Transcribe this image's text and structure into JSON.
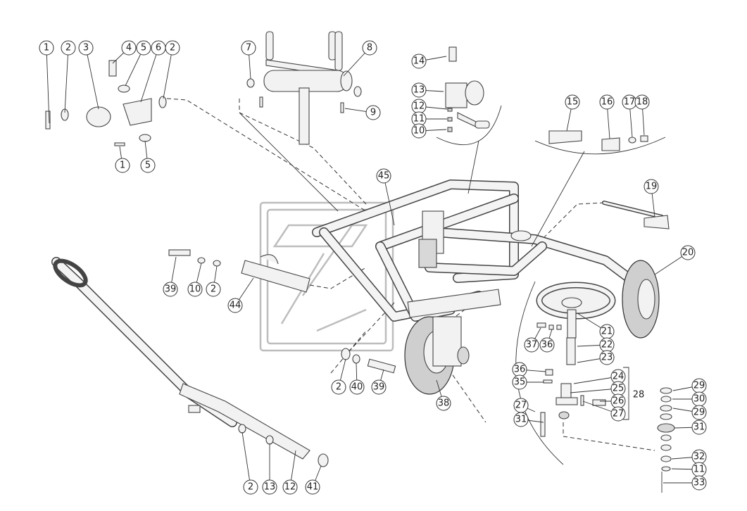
{
  "callouts": [
    {
      "id": "c-1a",
      "label": "1"
    },
    {
      "id": "c-2a",
      "label": "2"
    },
    {
      "id": "c-3",
      "label": "3"
    },
    {
      "id": "c-4",
      "label": "4"
    },
    {
      "id": "c-5a",
      "label": "5"
    },
    {
      "id": "c-6",
      "label": "6"
    },
    {
      "id": "c-2b",
      "label": "2"
    },
    {
      "id": "c-1b",
      "label": "1"
    },
    {
      "id": "c-5b",
      "label": "5"
    },
    {
      "id": "c-7",
      "label": "7"
    },
    {
      "id": "c-8",
      "label": "8"
    },
    {
      "id": "c-9",
      "label": "9"
    },
    {
      "id": "c-14",
      "label": "14"
    },
    {
      "id": "c-13a",
      "label": "13"
    },
    {
      "id": "c-12",
      "label": "12"
    },
    {
      "id": "c-11a",
      "label": "11"
    },
    {
      "id": "c-10a",
      "label": "10"
    },
    {
      "id": "c-15",
      "label": "15"
    },
    {
      "id": "c-16",
      "label": "16"
    },
    {
      "id": "c-17",
      "label": "17"
    },
    {
      "id": "c-18",
      "label": "18"
    },
    {
      "id": "c-45",
      "label": "45"
    },
    {
      "id": "c-19",
      "label": "19"
    },
    {
      "id": "c-20",
      "label": "20"
    },
    {
      "id": "c-39a",
      "label": "39"
    },
    {
      "id": "c-10b",
      "label": "10"
    },
    {
      "id": "c-2c",
      "label": "2"
    },
    {
      "id": "c-44",
      "label": "44"
    },
    {
      "id": "c-21",
      "label": "21"
    },
    {
      "id": "c-37",
      "label": "37"
    },
    {
      "id": "c-36a",
      "label": "36"
    },
    {
      "id": "c-22",
      "label": "22"
    },
    {
      "id": "c-23",
      "label": "23"
    },
    {
      "id": "c-2d",
      "label": "2"
    },
    {
      "id": "c-40",
      "label": "40"
    },
    {
      "id": "c-39b",
      "label": "39"
    },
    {
      "id": "c-36b",
      "label": "36"
    },
    {
      "id": "c-24",
      "label": "24"
    },
    {
      "id": "c-35",
      "label": "35"
    },
    {
      "id": "c-25",
      "label": "25"
    },
    {
      "id": "c-28",
      "label": "28"
    },
    {
      "id": "c-26",
      "label": "26"
    },
    {
      "id": "c-27a",
      "label": "27"
    },
    {
      "id": "c-27b",
      "label": "27"
    },
    {
      "id": "c-38",
      "label": "38"
    },
    {
      "id": "c-31a",
      "label": "31"
    },
    {
      "id": "c-29a",
      "label": "29"
    },
    {
      "id": "c-30",
      "label": "30"
    },
    {
      "id": "c-29b",
      "label": "29"
    },
    {
      "id": "c-31b",
      "label": "31"
    },
    {
      "id": "c-32",
      "label": "32"
    },
    {
      "id": "c-11b",
      "label": "11"
    },
    {
      "id": "c-33",
      "label": "33"
    },
    {
      "id": "c-2e",
      "label": "2"
    },
    {
      "id": "c-13b",
      "label": "13"
    },
    {
      "id": "c-12b",
      "label": "12"
    },
    {
      "id": "c-41",
      "label": "41"
    }
  ]
}
